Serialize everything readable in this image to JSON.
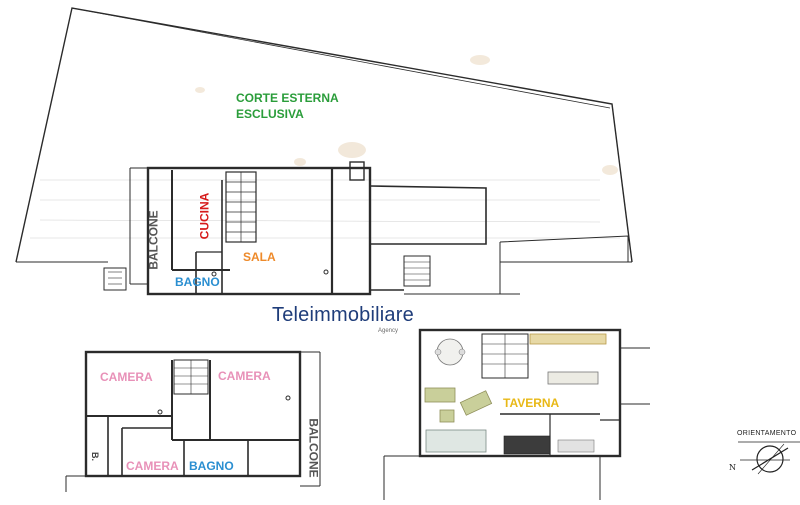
{
  "labels": {
    "corte": {
      "line1": "CORTE ESTERNA",
      "line2": "ESCLUSIVA"
    },
    "cucina": "CUCINA",
    "sala": "SALA",
    "balcone_top": "BALCONE",
    "bagno_top": "BAGNO",
    "camera_tl": "CAMERA",
    "camera_tr": "CAMERA",
    "camera_bottom": "CAMERA",
    "bagno_bottom": "BAGNO",
    "balcone_bottom": "BALCONE",
    "b_abbrev": "B.",
    "taverna": "TAVERNA"
  },
  "brand": {
    "name": "Teleimmobiliare",
    "sub": "Agency"
  },
  "compass": {
    "title": "ORIENTAMENTO",
    "north": "N"
  },
  "colors": {
    "green": "#2a9d3a",
    "red": "#d61a1a",
    "orange": "#ee8a2a",
    "blue": "#2b8fd1",
    "pink": "#e891b8",
    "yellow": "#e8b816",
    "brand": "#1f3d7a",
    "wall": "#2b2b2b"
  }
}
